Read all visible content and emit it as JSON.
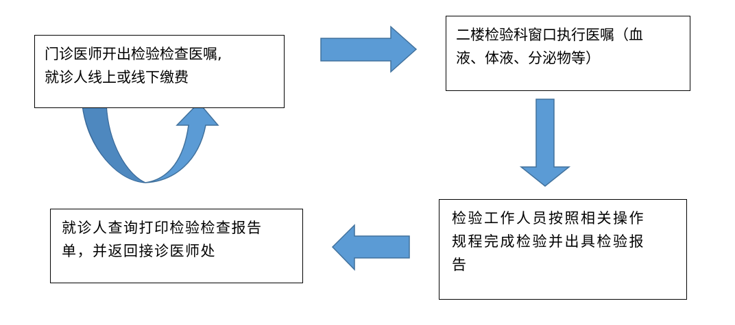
{
  "flow": {
    "step1": {
      "line1": "门诊医师开出检验检查医嘱,",
      "line2": "就诊人线上或线下缴费"
    },
    "step2": {
      "line1": "二楼检验科窗口执行医嘱（血",
      "line2": "液、体液、分泌物等）"
    },
    "step3": {
      "line1": "检验工作人员按照相关操作",
      "line2": "规程完成检验并出具检验报",
      "line3": "告"
    },
    "step4": {
      "line1": "就诊人查询打印检验检查报告",
      "line2": "单，并返回接诊医师处"
    }
  },
  "colors": {
    "arrow_fill": "#5B9BD5",
    "arrow_stroke": "#41719C",
    "arrow_shadow": "#3A6A9A",
    "box_border": "#000000"
  }
}
